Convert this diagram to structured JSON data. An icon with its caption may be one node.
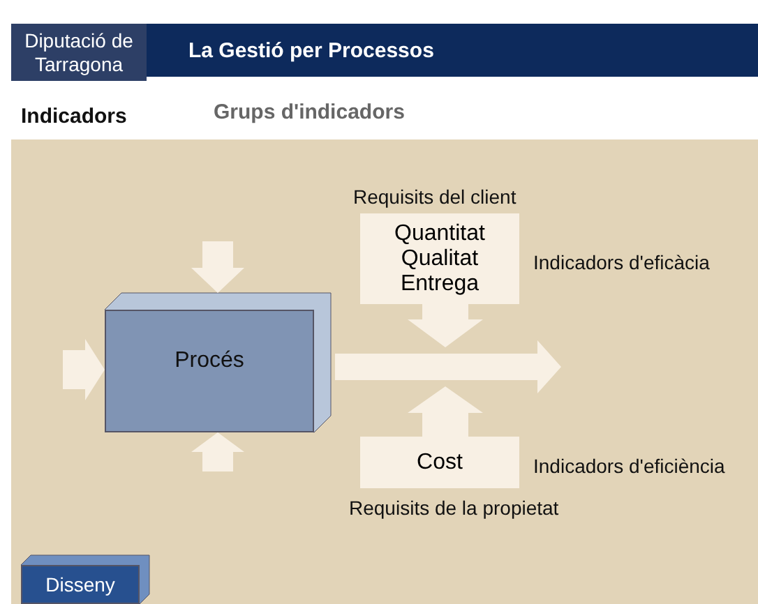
{
  "diagram": {
    "nodes": [
      {
        "text": [
          "Diputació de Tarragona"
        ]
      },
      {
        "text": [
          "La Gestió per Processos"
        ]
      },
      {
        "text": [
          "Procés"
        ]
      },
      {
        "text": [
          "Quantitat Qualitat Entrega"
        ],
        "beside": [
          "Requisits del client",
          "Indicadors d'eficàcia"
        ]
      },
      {
        "text": [
          "Cost"
        ],
        "beside": [
          "Indicadors d'eficiència",
          "Requisits de la propietat"
        ]
      },
      {
        "text": [
          "Disseny"
        ]
      }
    ],
    "edges": [
      {
        "from": null,
        "to": 2,
        "arrow": "to"
      },
      {
        "from": null,
        "to": 2,
        "arrow": "to"
      },
      {
        "from": null,
        "to": 2,
        "arrow": "to"
      },
      {
        "from": 2,
        "to": null,
        "arrow": "to"
      },
      {
        "from": 3,
        "to": null,
        "arrow": "to"
      },
      {
        "from": 4,
        "to": null,
        "arrow": "to"
      }
    ],
    "labels": [
      "Indicadors",
      "Grups d'indicadors"
    ]
  }
}
